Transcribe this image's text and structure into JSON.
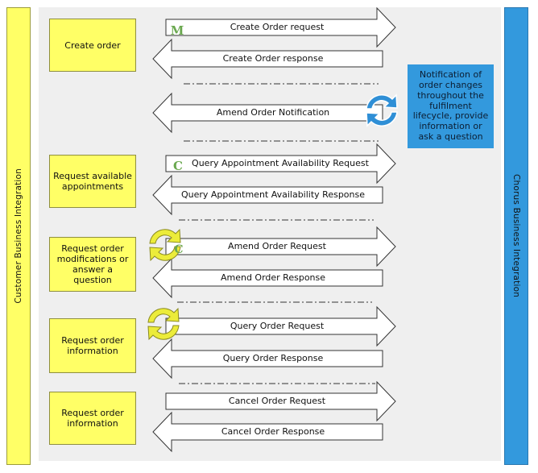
{
  "left_lane": {
    "label": "Customer Business Integration"
  },
  "right_lane": {
    "label": "Chorus Business Integration"
  },
  "note": {
    "text": "Notification of order changes throughout the fulfilment lifecycle, provide information or ask a question"
  },
  "boxes": [
    {
      "label": "Create order"
    },
    {
      "label": "Request available appointments"
    },
    {
      "label": "Request order modifications or answer a question"
    },
    {
      "label": "Request order information"
    },
    {
      "label": "Request order information"
    }
  ],
  "arrows": [
    {
      "label": "Create Order request",
      "direction": "right"
    },
    {
      "label": "Create Order response",
      "direction": "left"
    },
    {
      "label": "Amend Order Notification",
      "direction": "left"
    },
    {
      "label": "Query Appointment Availability Request",
      "direction": "right"
    },
    {
      "label": "Query Appointment Availability Response",
      "direction": "left"
    },
    {
      "label": "Amend Order Request",
      "direction": "right"
    },
    {
      "label": "Amend Order Response",
      "direction": "left"
    },
    {
      "label": "Query Order Request",
      "direction": "right"
    },
    {
      "label": "Query Order Response",
      "direction": "left"
    },
    {
      "label": "Cancel Order Request",
      "direction": "right"
    },
    {
      "label": "Cancel Order Response",
      "direction": "left"
    }
  ],
  "badges": {
    "m_letter": "M",
    "c_letter": "C"
  },
  "colors": {
    "customer_lane": "#ffff66",
    "chorus_lane": "#3399dd",
    "sync_icon_blue": "#2f8fd6",
    "sync_icon_yellow": "#ecec3a",
    "badge_green": "#6aa84f"
  },
  "icons": [
    "m-badge-icon",
    "c-badge-icon",
    "sync-cycle-icon"
  ]
}
